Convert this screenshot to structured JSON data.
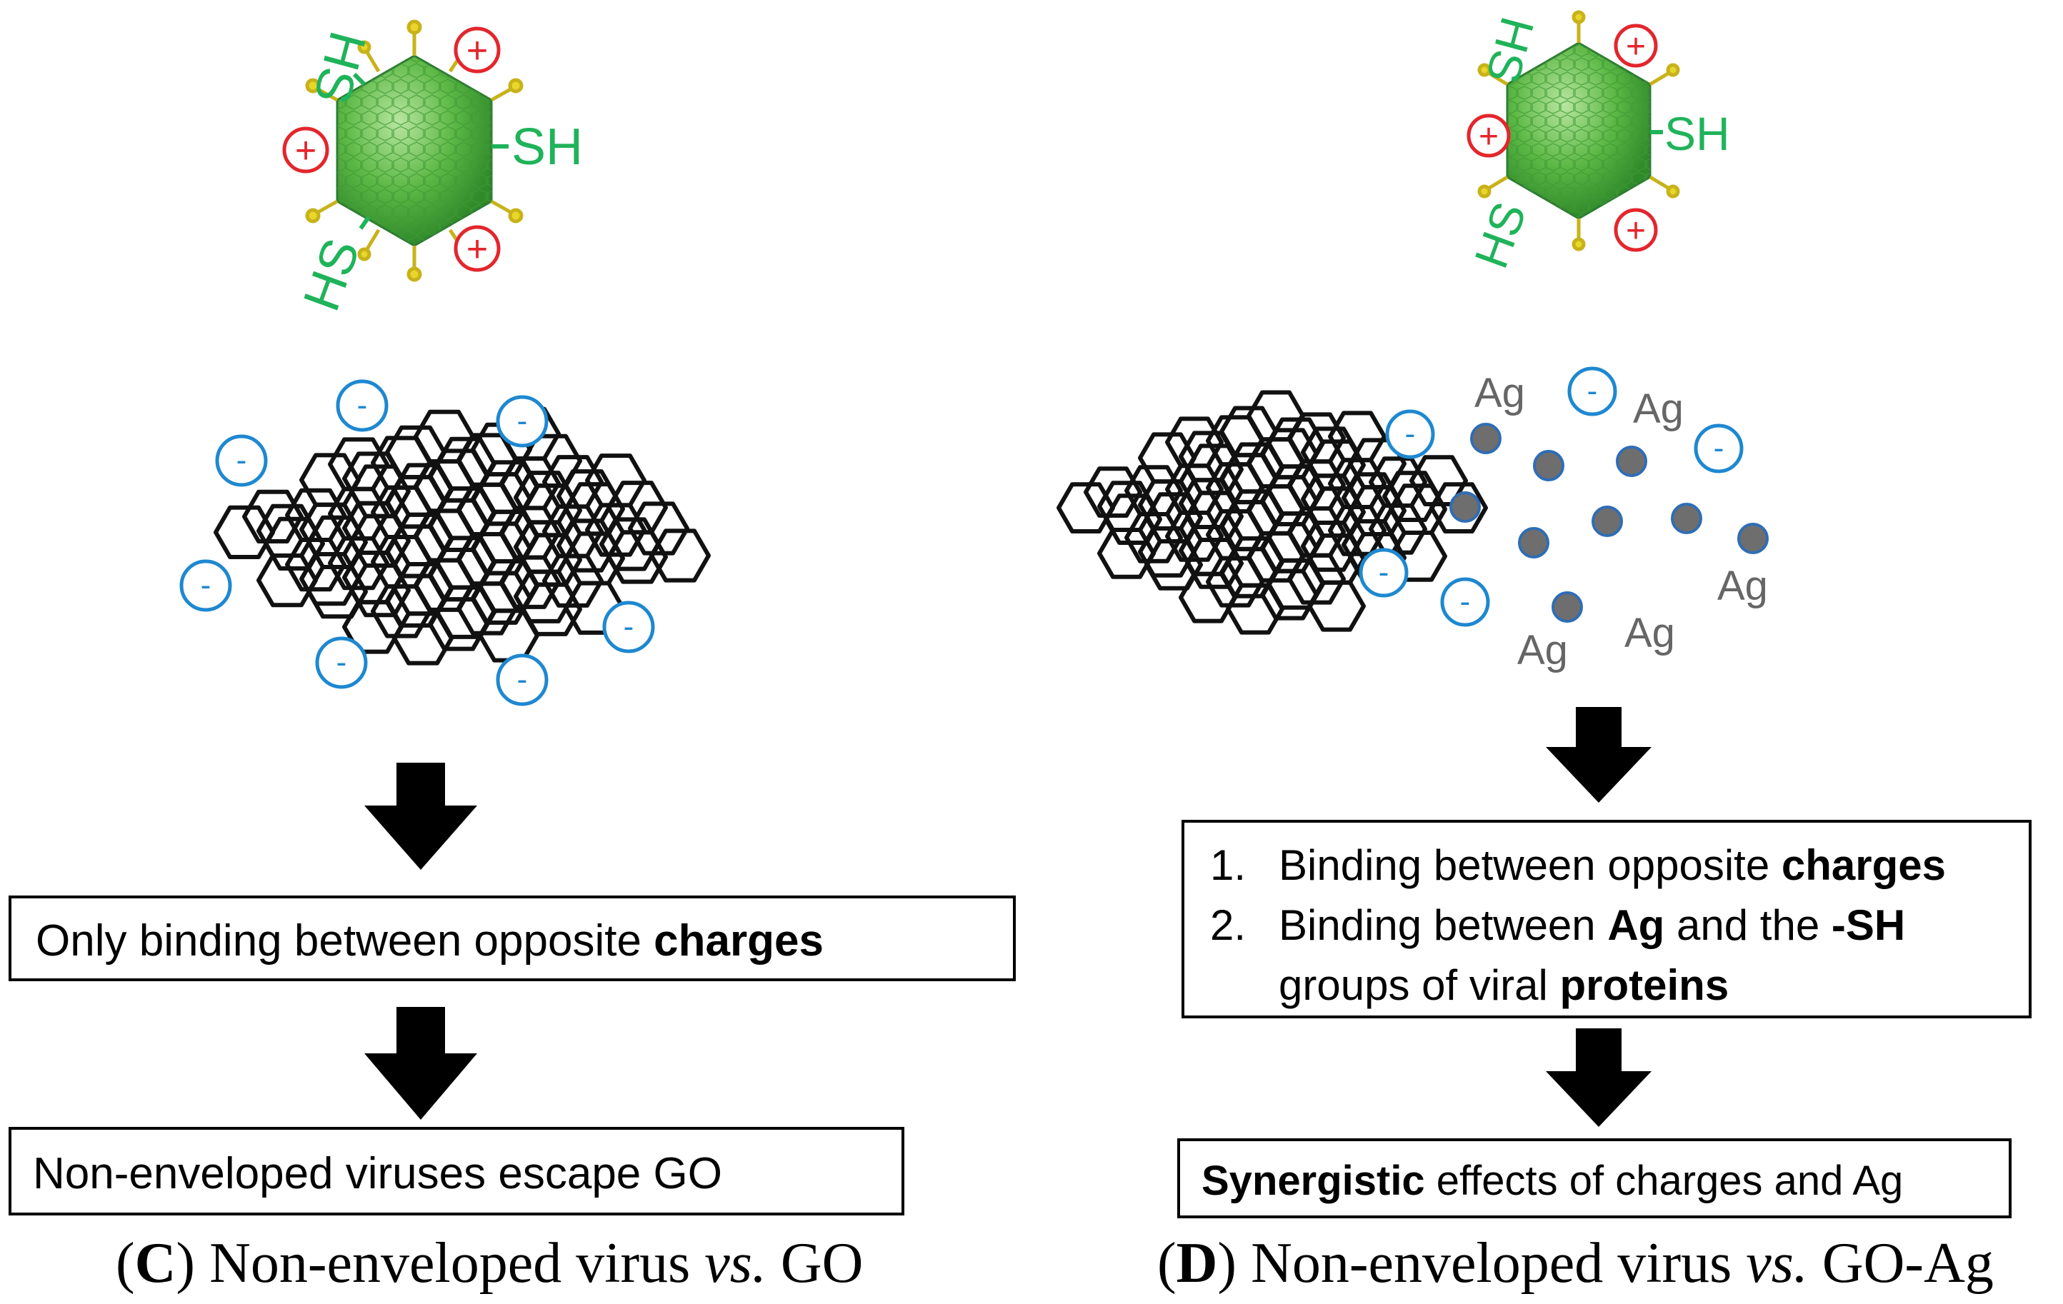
{
  "colors": {
    "virus_green": "#4caf3a",
    "thiol_text": "#1fb35a",
    "positive_charge": "#e3262d",
    "negative_charge": "#1e88d0",
    "silver_particle": "#6e6e6e",
    "label_gray": "#666666"
  },
  "virus": {
    "thiol_label": "SH",
    "thiol_label_rev": "HS",
    "positive_symbol": "+"
  },
  "go": {
    "negative_symbol": "-",
    "ag_label": "Ag"
  },
  "panel_c": {
    "box1": {
      "prefix": "Only binding between opposite ",
      "bold": "charges"
    },
    "box2": {
      "text": "Non-enveloped viruses escape GO"
    },
    "caption": {
      "open": "(",
      "letter": "C",
      "close_pre": ") Non-enveloped virus ",
      "vs": "vs.",
      "tail": " GO"
    }
  },
  "panel_d": {
    "items": [
      {
        "num": "1.",
        "parts": [
          "Binding between opposite ",
          "charges"
        ]
      },
      {
        "num": "2.",
        "parts": [
          "Binding between ",
          "Ag",
          " and the ",
          "-SH"
        ]
      },
      {
        "num": "",
        "parts": [
          "groups of viral ",
          "proteins"
        ]
      }
    ],
    "box2": {
      "bold": "Synergistic",
      "suffix": " effects of charges and Ag"
    },
    "caption": {
      "open": "(",
      "letter": "D",
      "close_pre": ") Non-enveloped virus ",
      "vs": "vs.",
      "tail": " GO-Ag"
    }
  }
}
